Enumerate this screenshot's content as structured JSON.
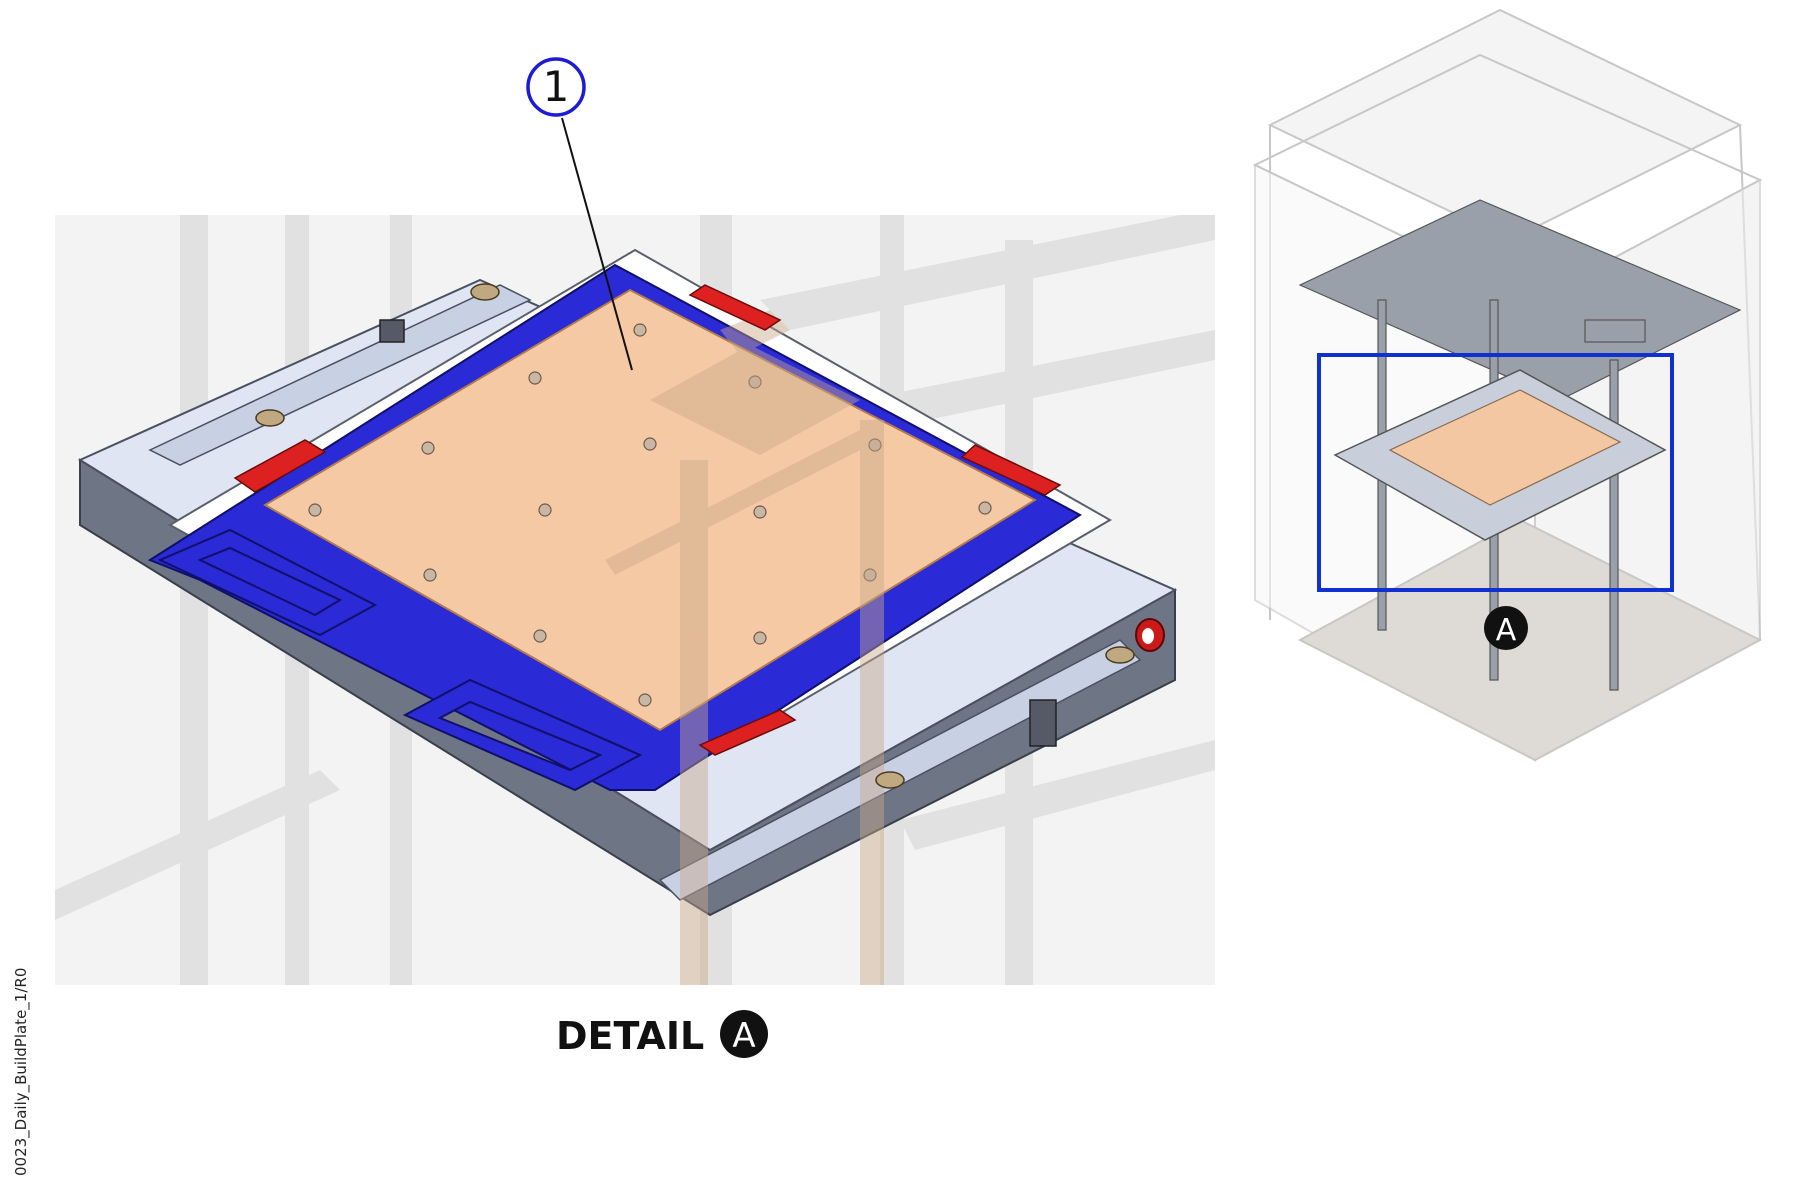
{
  "figure": {
    "side_label": "0023_Daily_BuildPlate_1/R0",
    "callout_number": "1",
    "detail_word": "DETAIL",
    "detail_letter": "A",
    "overview_marker_letter": "A"
  },
  "colors": {
    "build_plate": "#f6c9a5",
    "frame_blue": "#2a2ad6",
    "highlight_box": "#1030d0",
    "red_clamp": "#dd2020",
    "base_steel": "#707888",
    "bed_light": "#dde4f2"
  }
}
